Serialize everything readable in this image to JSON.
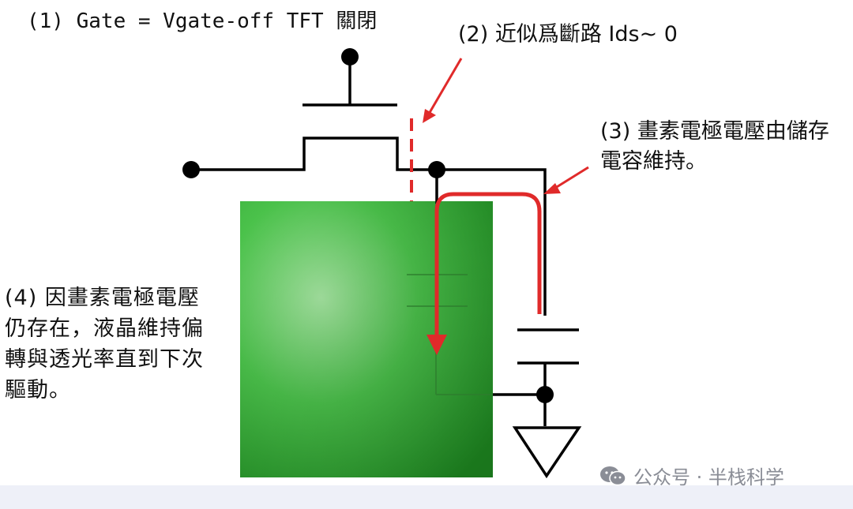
{
  "labels": {
    "gate_off": "(1) Gate = Vgate-off TFT 關閉",
    "open_circuit": "(2) 近似爲斷路 Ids~ 0",
    "storage": "(3) 畫素電極電壓由儲存電容維持。",
    "liquid_crystal": "(4) 因畫素電極電壓仍存在，液晶維持偏轉與透光率直到下次驅動。"
  },
  "watermark": {
    "text": "公众号 · 半栈科学"
  },
  "colors": {
    "wire": "#000000",
    "current_arrow": "#e02a2a",
    "pixel_green": "#2fa82f",
    "pixel_light": "#9ee09a",
    "watermark": "#8a8d96"
  },
  "icons": {
    "watermark_icon": "wechat-icon"
  }
}
